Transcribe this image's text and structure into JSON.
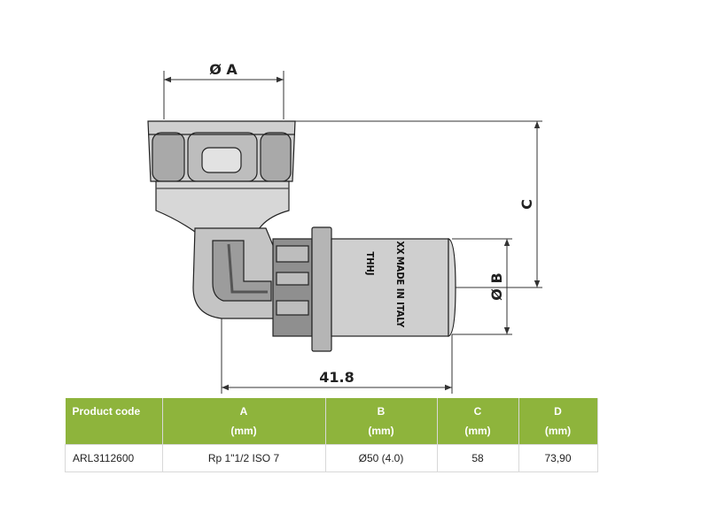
{
  "drawing": {
    "dim_a_label": "Ø A",
    "dim_b_label": "Ø B",
    "dim_c_label": "C",
    "dim_length_value": "41.8",
    "marking_line1": "THHJ",
    "marking_line2": "MADE IN ITALY",
    "marking_line3": "XX"
  },
  "table": {
    "headers": [
      {
        "title": "Product code",
        "unit": ""
      },
      {
        "title": "A",
        "unit": "(mm)"
      },
      {
        "title": "B",
        "unit": "(mm)"
      },
      {
        "title": "C",
        "unit": "(mm)"
      },
      {
        "title": "D",
        "unit": "(mm)"
      }
    ],
    "rows": [
      [
        "ARL3112600",
        "Rp 1\"1/2 ISO 7",
        "Ø50 (4.0)",
        "58",
        "73,90"
      ]
    ],
    "header_color": "#8eb43c"
  }
}
